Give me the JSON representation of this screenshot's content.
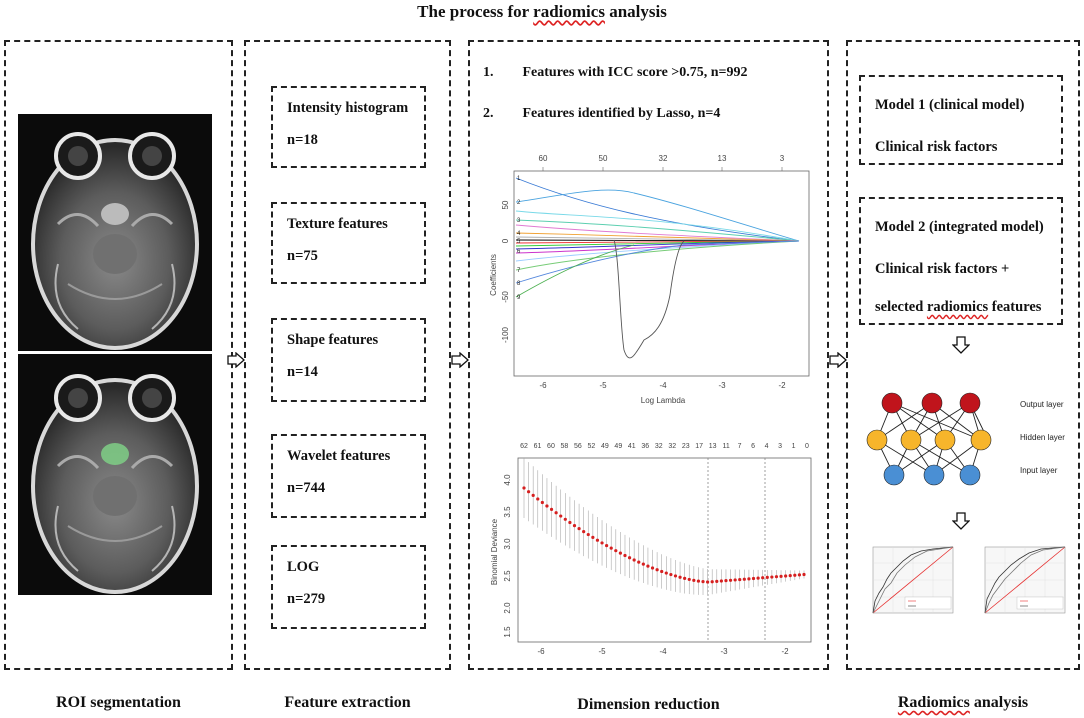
{
  "title": "The process for radiomics analysis",
  "panels": {
    "roi": {
      "label": "ROI segmentation"
    },
    "feature": {
      "label": "Feature extraction",
      "boxes": [
        {
          "name": "Intensity histogram",
          "count": "n=18"
        },
        {
          "name": "Texture features",
          "count": "n=75"
        },
        {
          "name": "Shape features",
          "count": "n=14"
        },
        {
          "name": "Wavelet features",
          "count": "n=744"
        },
        {
          "name": "LOG",
          "count": "n=279"
        }
      ]
    },
    "dimension": {
      "label": "Dimension reduction",
      "steps": [
        {
          "num": "1.",
          "text": "Features with ICC score >0.75, n=992"
        },
        {
          "num": "2.",
          "text": "Features identified by Lasso, n=4"
        }
      ],
      "coef_plot": {
        "top_ticks": [
          "60",
          "50",
          "32",
          "13",
          "3"
        ],
        "x_ticks": [
          "-6",
          "-5",
          "-4",
          "-3",
          "-2"
        ],
        "y_ticks": [
          "50",
          "0",
          "-50",
          "-100"
        ],
        "xlabel": "Log Lambda",
        "ylabel": "Coefficients"
      },
      "cv_plot": {
        "top_ticks": [
          "62",
          "61",
          "60",
          "58",
          "56",
          "52",
          "49",
          "49",
          "41",
          "36",
          "32",
          "32",
          "23",
          "17",
          "13",
          "11",
          "7",
          "6",
          "4",
          "3",
          "1",
          "0"
        ],
        "x_ticks": [
          "-6",
          "-5",
          "-4",
          "-3",
          "-2"
        ],
        "y_ticks": [
          "4.0",
          "3.5",
          "3.0",
          "2.5",
          "2.0",
          "1.5"
        ],
        "ylabel": "Binomial Deviance"
      }
    },
    "analysis": {
      "label": "Radiomics analysis",
      "model1": {
        "title": "Model 1 (clinical model)",
        "desc": "Clinical risk factors"
      },
      "model2": {
        "title": "Model 2 (integrated model)",
        "desc1": "Clinical risk factors +",
        "desc2_a": "selected",
        "desc2_b": "radiomics",
        "desc2_c": "features"
      },
      "nn_layers": {
        "output": "Output layer",
        "hidden": "Hidden layer",
        "input": "Input layer"
      },
      "colors": {
        "output": "#c0141c",
        "hidden": "#f7b52b",
        "input": "#4a8fd4",
        "roc_ref": "#e63030"
      }
    }
  }
}
